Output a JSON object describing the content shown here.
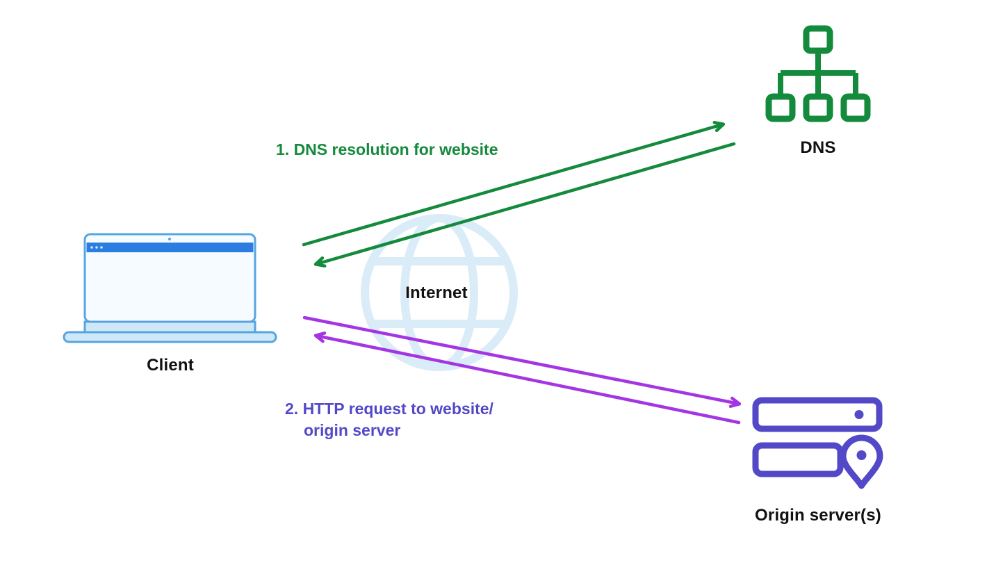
{
  "labels": {
    "client": "Client",
    "internet": "Internet",
    "dns": "DNS",
    "origin_server": "Origin server(s)",
    "step1": "1. DNS resolution for website",
    "step2_line1": "2. HTTP request to website/",
    "step2_line2": "origin server"
  },
  "colors": {
    "green": "#148a3c",
    "purple": "#a435e3",
    "indigo": "#5348c7",
    "laptop-stroke": "#56a5e0",
    "laptop-bar": "#2b7de2",
    "laptop-fill": "#cfe8f7",
    "globe": "#d9ecf7",
    "text": "#111111",
    "background": "#ffffff"
  }
}
